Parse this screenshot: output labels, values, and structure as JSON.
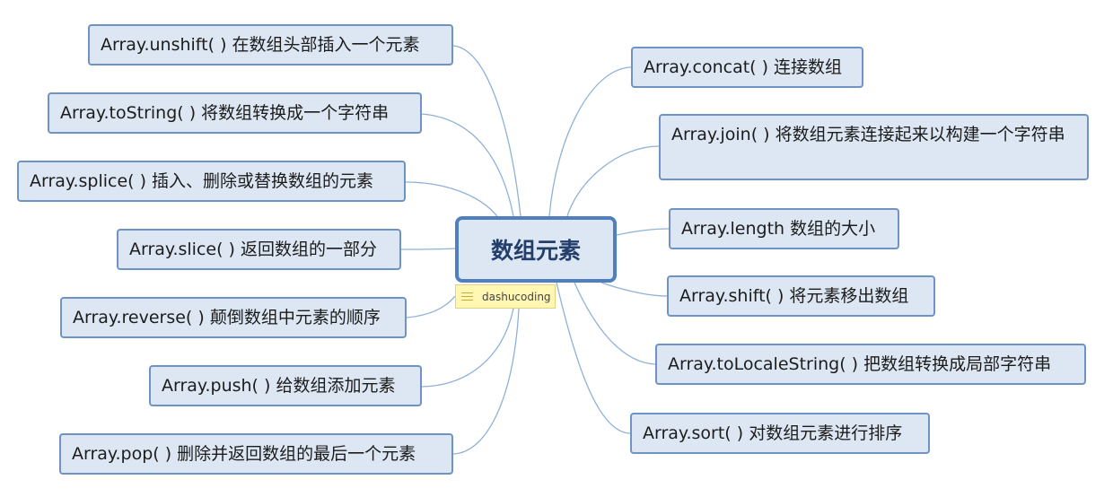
{
  "center": {
    "label": "数组元素"
  },
  "note": {
    "label": "dashucoding",
    "icon": "note-icon"
  },
  "left_nodes": [
    {
      "label": "Array.unshift( ) 在数组头部插入一个元素"
    },
    {
      "label": "Array.toString( ) 将数组转换成一个字符串"
    },
    {
      "label": "Array.splice( ) 插入、删除或替换数组的元素"
    },
    {
      "label": "Array.slice( ) 返回数组的一部分"
    },
    {
      "label": "Array.reverse( ) 颠倒数组中元素的顺序"
    },
    {
      "label": "Array.push( ) 给数组添加元素"
    },
    {
      "label": "Array.pop( ) 删除并返回数组的最后一个元素"
    }
  ],
  "right_nodes": [
    {
      "label": "Array.concat( ) 连接数组"
    },
    {
      "label": "Array.join( ) 将数组元素连接起来以构建一个字符串"
    },
    {
      "label": "Array.length 数组的大小"
    },
    {
      "label": "Array.shift( ) 将元素移出数组"
    },
    {
      "label": "Array.toLocaleString( ) 把数组转换成局部字符串"
    },
    {
      "label": "Array.sort( ) 对数组元素进行排序"
    }
  ],
  "colors": {
    "line": "#8fb1d8",
    "node_fill": "#dde7f3",
    "node_border": "#6f94c4",
    "center_border": "#4f7fbf",
    "note_fill": "#fff7b2"
  }
}
